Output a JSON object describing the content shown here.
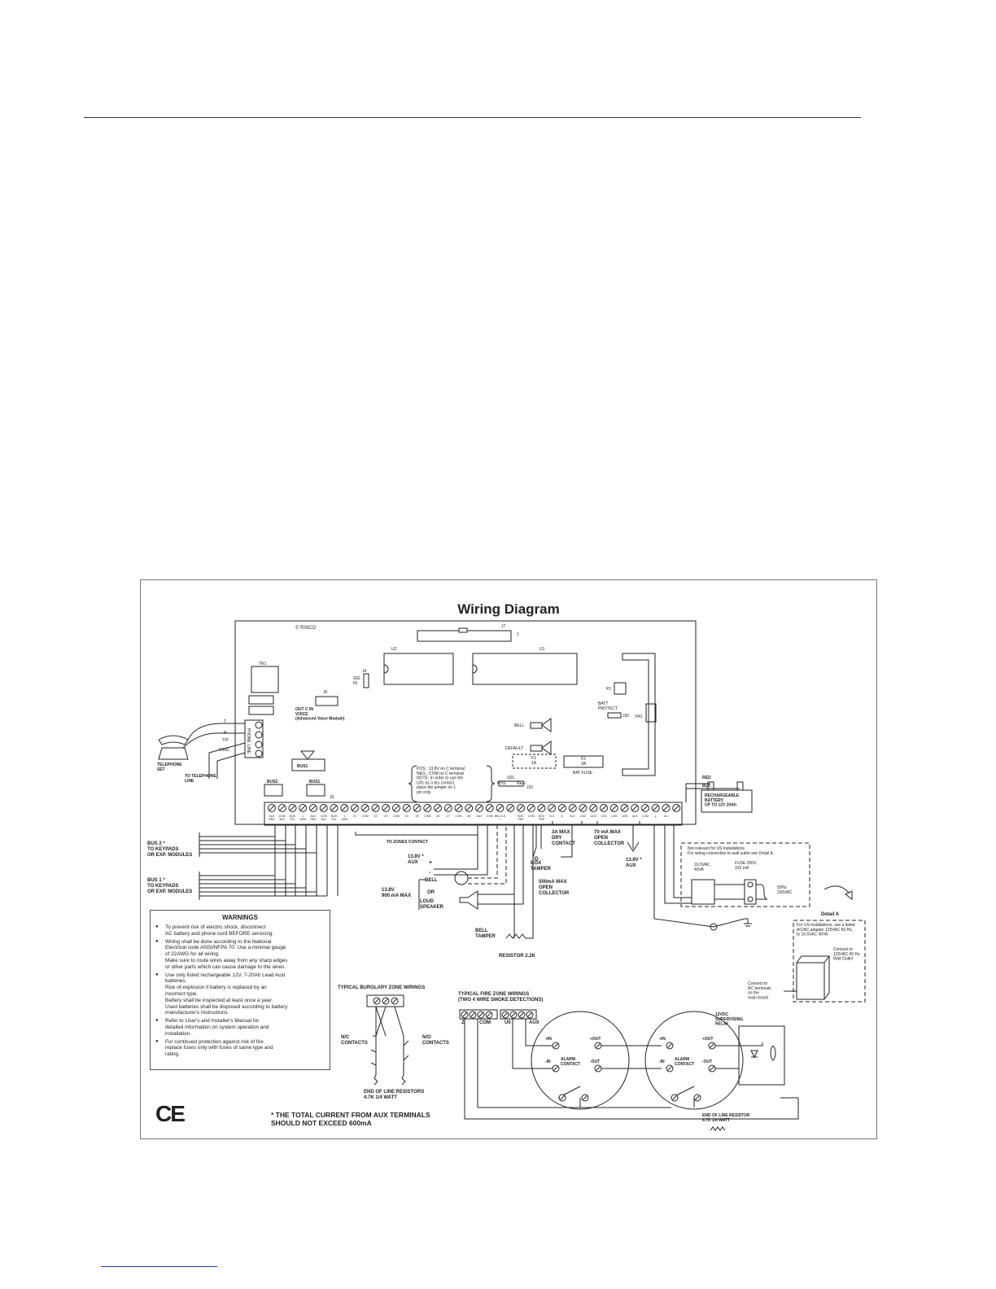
{
  "diagram": {
    "title": "Wiring Diagram",
    "brand": "© RISCO",
    "board_labels": {
      "j7": "J7",
      "pin1": "1",
      "u2": "U2",
      "u1": "U1",
      "j4": "J4",
      "sig_in": "SIG\nIN",
      "tr1": "TR1",
      "j6": "J6",
      "voice": "OUT C IN\nVOICE\n(Advanced Voice Module)",
      "p1": "P1",
      "batt_protect": "BATT\nPROTECT",
      "j20": "J20",
      "vr1": "VR1",
      "bell": "BELL",
      "default": "DEFAULT",
      "f1": "F1\n1A",
      "f2": "F2\n3A",
      "bat_fuse": "BAT FUSE",
      "bus1_conn": "BUS1",
      "bus2": "BUS2",
      "bus1": "BUS1",
      "j5": "J5",
      "u01": "U01",
      "pos": "POS",
      "neg": "NEG",
      "j10": "J10"
    },
    "jumper_note": "POS : 13.8V on C terminal\nNEG : COM on C terminal\nNOTE: In order to use the\nU01 as a dry contact,\nplace the jumper on 1\npin only.",
    "phone_line": [
      "T",
      "R",
      "TIP",
      "RING"
    ],
    "phone_jack_labels": [
      "PHONE",
      "LINE"
    ],
    "telephone_set": "TELEPHONE\nSET",
    "to_telephone_line": "TO TELEPHONE\nLINE",
    "terminals": [
      "AUX\nRED",
      "COM\nBLK",
      "BUS\nYEL",
      "2\nGRN",
      "AUX\nRED",
      "COM\nBLK",
      "BUS\nYEL",
      "1\nGRN",
      "Z1",
      "COM",
      "Z2",
      "Z3",
      "COM",
      "Z4",
      "Z5",
      "COM",
      "Z6",
      "Z7",
      "COM",
      "Z8",
      "AUX",
      "COM",
      "BELL/LS\n+",
      "-",
      "BOX\nTMP",
      "COM",
      "BOX\nTMP",
      "N.C",
      "C",
      "N.O",
      "UO2",
      "UO3",
      "UO4",
      "UO5",
      "UO6",
      "AUX",
      "COM",
      "⏚",
      "AC",
      ""
    ],
    "to_zones_contact": "TO ZONES CONTACT",
    "bus2_label": "BUS 2 *\nTO KEYPADS\nOR EXP. MODULES",
    "bus1_label": "BUS 1 *\nTO KEYPADS\nOR EXP. MODULES",
    "aux_13_8": "13.8V *\nAUX",
    "aux_plus": "+",
    "aux_minus": "-",
    "bell_13_8": "13.8V\n900 mA MAX",
    "bell": "BELL",
    "or": "OR",
    "loud_speaker": "LOUD\nSPEAKER",
    "bell_tamper": "BELL\nTAMPER",
    "resistor": "RESISTOR 2.2K",
    "box_tamper": "BOX\nTAMPER",
    "relay_3a": "3A MAX\nDRY\nCONTACT",
    "open_collector_500": "500mA MAX\nOPEN\nCOLLECTOR",
    "open_collector_70": "70 mA MAX\nOPEN\nCOLLECTOR",
    "aux_13_8_right": "13.8V *\nAUX",
    "red": "RED",
    "blk": "BLK",
    "battery": "RECHARGEABLE\nBATTERY\nUP TO 12V 20Ah",
    "us_note": "Not relevant for US installations\nFor wiring connection to wall outlet see Detail A",
    "transformer": "16.5VAC\n40VA",
    "fuse": "FUSE 250V,\n315 mA",
    "mains": "50Hz\n230VAC",
    "detail_a": "Detail A",
    "detail_a_note": "For US installations, use a listed\nAC/AC adapter 120VAC 60 Hz,\nto 16.5VAC 40VA",
    "connect_120": "Connect to\n120VAC 60 Hz\nWall Outlet",
    "connect_ac": "Connect to\nAC terminals\non the\nmain board",
    "burglary_title": "TYPICAL BURGLARY ZONE WIRINGS",
    "nc_contacts": "N/C\nCONTACTS",
    "no_contacts": "N/O\nCONTACTS",
    "eol_resistors": "END OF LINE RESISTORS\n4.7K 1/4 WATT",
    "fire_title": "TYPICAL FIRE ZONE WIRINGS\n(TWO 4 WIRE SMOKE DETECTIONS)",
    "fire_terms": [
      "Z",
      "COM",
      "U0",
      "AUX"
    ],
    "detector_pins": [
      "+IN",
      "+OUT",
      "-IN",
      "-OUT"
    ],
    "alarm_contact": "ALARM\nCONTACT",
    "supervising_relay": "12VDC\nSUPERVISING\nRELAY",
    "eol_resistor": "END OF LINE RESISTOR\n4.7K 1/4 WATT",
    "aux_note": "* THE TOTAL CURRENT FROM AUX TERMINALS\n   SHOULD NOT EXCEED 600mA",
    "ce_mark": "CE"
  },
  "warnings": {
    "title": "WARNINGS",
    "items": [
      "To prevent risk of electric shock, disconnect\nAC battery and phone cord BEFORE servicing.",
      "Wiring shall be done according to the National\nElectrical code ANSI/NFPA 70. Use a minimal gauge\nof 22AWG for all wiring.\nMake sure to route wires away from any sharp edges\nor other parts which can cause damage to the wires.",
      "Use only listed rechargeable 12V, 7-20Ah Lead Acid\nbatteries.\nRisk of explosion if battery is replaced by an\nincorrect type.\nBattery shall be inspected at least once a year.\nUsed batteries shall be disposed according to battery\nmanufacturer's Instructions.",
      "Refer to User's and Installer's Manual for\ndetailed information on system operation and\ninstallation.",
      "For continued protection against risk of fire\nreplace fuses only with fuses of same type and\nrating."
    ]
  }
}
